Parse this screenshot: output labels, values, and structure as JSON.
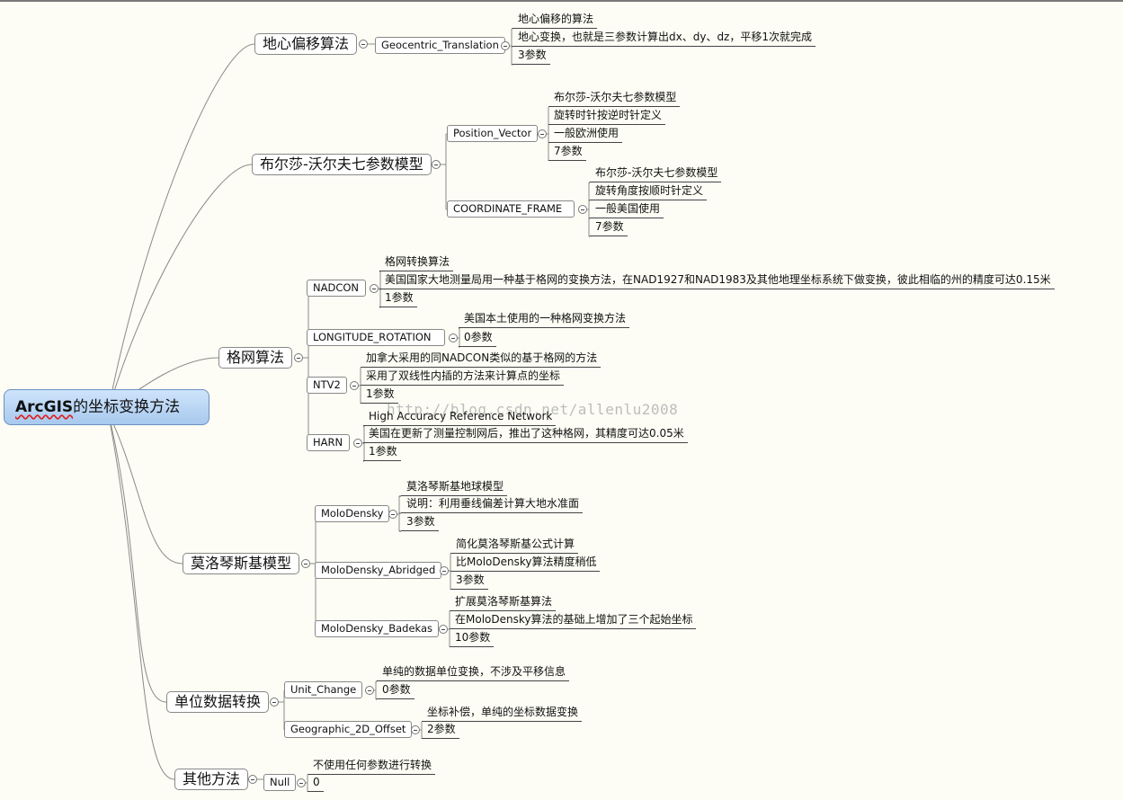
{
  "root": {
    "brand": "ArcGIS",
    "rest": "的坐标变换方法"
  },
  "watermark": "http://blog.csdn.net/allenlu2008",
  "branches": [
    {
      "label": "地心偏移算法",
      "subs": [
        {
          "label": "Geocentric_Translation",
          "leaves": [
            "地心偏移的算法",
            "地心变换，也就是三参数计算出dx、dy、dz，平移1次就完成",
            "3参数"
          ]
        }
      ]
    },
    {
      "label": "布尔莎-沃尔夫七参数模型",
      "subs": [
        {
          "label": "Position_Vector",
          "leaves": [
            "布尔莎-沃尔夫七参数模型",
            "旋转时针按逆时针定义",
            "一般欧洲使用",
            "7参数"
          ]
        },
        {
          "label": "COORDINATE_FRAME",
          "leaves": [
            "布尔莎-沃尔夫七参数模型",
            "旋转角度按顺时针定义",
            "一般美国使用",
            "7参数"
          ]
        }
      ]
    },
    {
      "label": "格网算法",
      "subs": [
        {
          "label": "NADCON",
          "leaves": [
            "格网转换算法",
            "美国国家大地测量局用一种基于格网的变换方法，在NAD1927和NAD1983及其他地理坐标系统下做变换，彼此相临的州的精度可达0.15米",
            "1参数"
          ]
        },
        {
          "label": "LONGITUDE_ROTATION",
          "leaves": [
            "美国本土使用的一种格网变换方法",
            "0参数"
          ]
        },
        {
          "label": "NTV2",
          "leaves": [
            "加拿大采用的同NADCON类似的基于格网的方法",
            "采用了双线性内插的方法来计算点的坐标",
            "1参数"
          ]
        },
        {
          "label": "HARN",
          "leaves": [
            "High Accuracy Reference Network",
            "美国在更新了测量控制网后，推出了这种格网，其精度可达0.05米",
            "1参数"
          ]
        }
      ]
    },
    {
      "label": "莫洛琴斯基模型",
      "subs": [
        {
          "label": "MoloDensky",
          "leaves": [
            "莫洛琴斯基地球模型",
            "说明：利用垂线偏差计算大地水准面",
            "3参数"
          ]
        },
        {
          "label": "MoloDensky_Abridged",
          "leaves": [
            "简化莫洛琴斯基公式计算",
            "比MoloDensky算法精度稍低",
            "3参数"
          ]
        },
        {
          "label": "MoloDensky_Badekas",
          "leaves": [
            "扩展莫洛琴斯基算法",
            "在MoloDensky算法的基础上增加了三个起始坐标",
            "10参数"
          ]
        }
      ]
    },
    {
      "label": "单位数据转换",
      "subs": [
        {
          "label": "Unit_Change",
          "leaves": [
            "单纯的数据单位变换，不涉及平移信息",
            "0参数"
          ]
        },
        {
          "label": "Geographic_2D_Offset",
          "leaves": [
            "坐标补偿，单纯的坐标数据变换",
            "2参数"
          ]
        }
      ]
    },
    {
      "label": "其他方法",
      "subs": [
        {
          "label": "Null",
          "leaves": [
            "不使用任何参数进行转换",
            "0"
          ]
        }
      ]
    }
  ]
}
